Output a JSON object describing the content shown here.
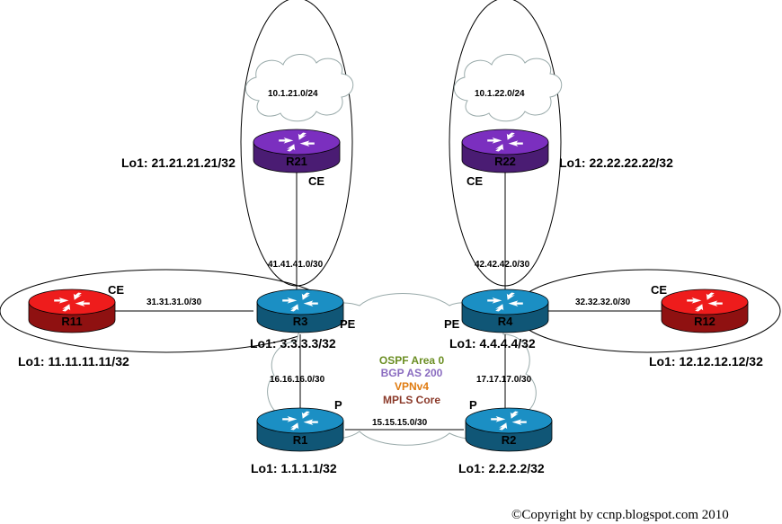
{
  "routers": {
    "R21": {
      "name": "R21",
      "loopback": "Lo1: 21.21.21.21/32",
      "role": "CE",
      "color": "#7b2fbf"
    },
    "R22": {
      "name": "R22",
      "loopback": "Lo1: 22.22.22.22/32",
      "role": "CE",
      "color": "#7b2fbf"
    },
    "R11": {
      "name": "R11",
      "loopback": "Lo1: 11.11.11.11/32",
      "role": "CE",
      "color": "#ee1c1c"
    },
    "R12": {
      "name": "R12",
      "loopback": "Lo1: 12.12.12.12/32",
      "role": "CE",
      "color": "#ee1c1c"
    },
    "R3": {
      "name": "R3",
      "loopback": "Lo1: 3.3.3.3/32",
      "role": "PE",
      "color": "#1b8fc4"
    },
    "R4": {
      "name": "R4",
      "loopback": "Lo1: 4.4.4.4/32",
      "role": "PE",
      "color": "#1b8fc4"
    },
    "R1": {
      "name": "R1",
      "loopback": "Lo1: 1.1.1.1/32",
      "role": "P",
      "color": "#1b8fc4"
    },
    "R2": {
      "name": "R2",
      "loopback": "Lo1: 2.2.2.2/32",
      "role": "P",
      "color": "#1b8fc4"
    }
  },
  "clouds": {
    "left_lan": "10.1.21.0/24",
    "right_lan": "10.1.22.0/24"
  },
  "links": {
    "r21_r3": "41.41.41.0/30",
    "r22_r4": "42.42.42.0/30",
    "r11_r3": "31.31.31.0/30",
    "r4_r12": "32.32.32.0/30",
    "r3_r1": "16.16.16.0/30",
    "r4_r2": "17.17.17.0/30",
    "r1_r2": "15.15.15.0/30"
  },
  "core": {
    "ospf": "OSPF Area 0",
    "bgp": "BGP AS 200",
    "vpn": "VPNv4",
    "mpls": "MPLS Core",
    "colors": {
      "ospf": "#6b8e23",
      "bgp": "#8a6cc0",
      "vpn": "#e07b10",
      "mpls": "#8b3a2a"
    }
  },
  "copyright": "©Copyright by ccnp.blogspot.com  2010"
}
